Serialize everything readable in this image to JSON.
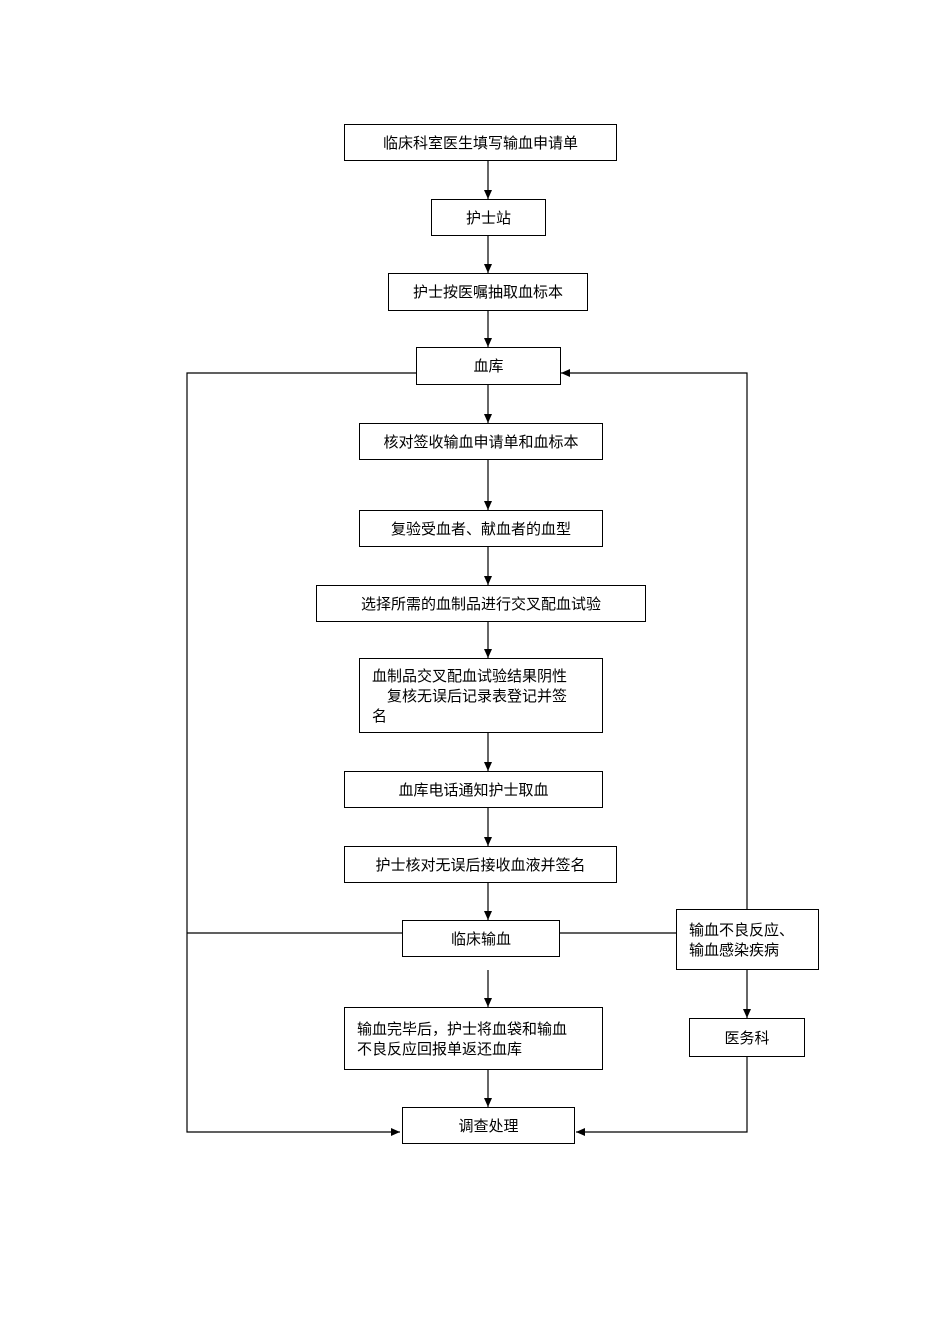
{
  "flowchart": {
    "step1": "临床科室医生填写输血申请单",
    "step2": "护士站",
    "step3": "护士按医嘱抽取血标本",
    "step4": "血库",
    "step5": "核对签收输血申请单和血标本",
    "step6": "复验受血者、献血者的血型",
    "step7": "选择所需的血制品进行交叉配血试验",
    "step8": [
      "血制品交叉配血试验结果阴性",
      "　复核无误后记录表登记并签",
      "名"
    ],
    "step9": "血库电话通知护士取血",
    "step10": "护士核对无误后接收血液并签名",
    "step11": "临床输血",
    "step12": [
      "输血完毕后，护士将血袋和输血",
      "不良反应回报单返还血库"
    ],
    "step13": "调查处理",
    "side1": [
      "输血不良反应、",
      "输血感染疾病"
    ],
    "side2": "医务科"
  }
}
